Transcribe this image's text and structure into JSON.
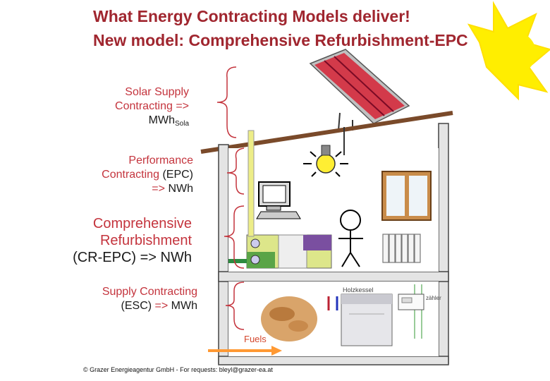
{
  "title": {
    "line1": "What Energy Contracting Models deliver!",
    "line2": "New model: Comprehensive Refurbishment-EPC"
  },
  "labels": {
    "solar": {
      "line1": "Solar Supply",
      "line2_red": "Contracting =>",
      "line3": "MWh",
      "line3_sub": "Sola"
    },
    "epc": {
      "line1": "Performance",
      "line2_red": "Contracting",
      "line2_black": "(EPC)",
      "line3_red": "=>",
      "line3_black": "NWh"
    },
    "crepc": {
      "line1": "Comprehensive",
      "line2": "Refurbishment",
      "line3_black": "(CR-EPC) =>",
      "line3_end": "NWh"
    },
    "esc": {
      "line1": "Supply Contracting",
      "line2_black": "(ESC)",
      "line2_red": "=>",
      "line2_end": "MWh"
    }
  },
  "boiler_label": "Holzkessel",
  "meter_label": "zähler",
  "fuels_label": "Fuels",
  "footer": "© Grazer Energieagentur GmbH - For requests: bleyl@grazer-ea.at",
  "colors": {
    "title": "#a0262f",
    "label_red": "#c4343d",
    "house_wall": "#e8e8e8",
    "roof": "#7a4a2a",
    "sun": "#ffee00",
    "arrow": "#ff9933"
  },
  "icons": [
    "sun-icon",
    "solar-panel-icon",
    "light-bulb-icon",
    "computer-icon",
    "window-icon",
    "stick-figure-icon",
    "radiator-icon",
    "ventilation-unit-icon",
    "wood-chips-icon",
    "boiler-icon",
    "meter-icon",
    "pipe-icon",
    "fuel-arrow-icon",
    "brace-icon"
  ]
}
